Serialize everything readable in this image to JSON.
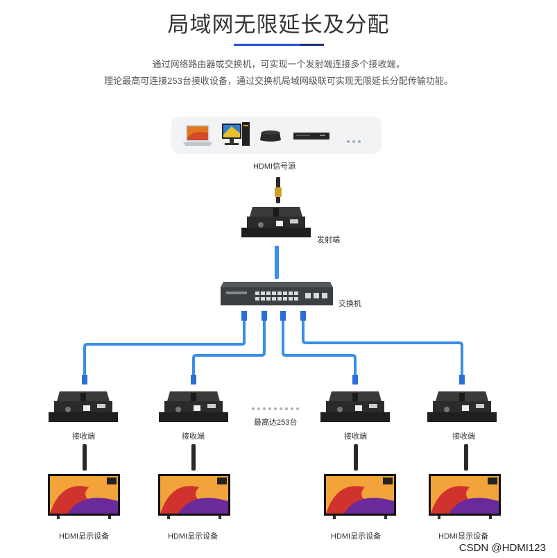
{
  "title": "局域网无限延长及分配",
  "description": {
    "line1": "通过网络路由器或交换机，可实现一个发射端连接多个接收端，",
    "line2": "理论最高可连接253台接收设备，通过交换机局域网级联可实现无限延长分配传输功能。"
  },
  "source": {
    "label": "HDMI信号源",
    "devices": [
      "laptop-icon",
      "desktop-pc-icon",
      "tv-box-icon",
      "dvd-player-icon"
    ],
    "more": "•••"
  },
  "transmitter": {
    "label": "发射端"
  },
  "switch": {
    "label": "交换机"
  },
  "receivers": [
    {
      "label": "接收端",
      "display_label": "HDMI显示设备"
    },
    {
      "label": "接收端",
      "display_label": "HDMI显示设备"
    },
    {
      "label": "接收端",
      "display_label": "HDMI显示设备"
    },
    {
      "label": "接收端",
      "display_label": "HDMI显示设备"
    }
  ],
  "max_note": "最高达253台",
  "watermark": "CSDN @HDMI123",
  "colors": {
    "accent": "#1f4fd8",
    "network_cable": "#3a8ee6",
    "device_body": "#2b2b2b"
  }
}
